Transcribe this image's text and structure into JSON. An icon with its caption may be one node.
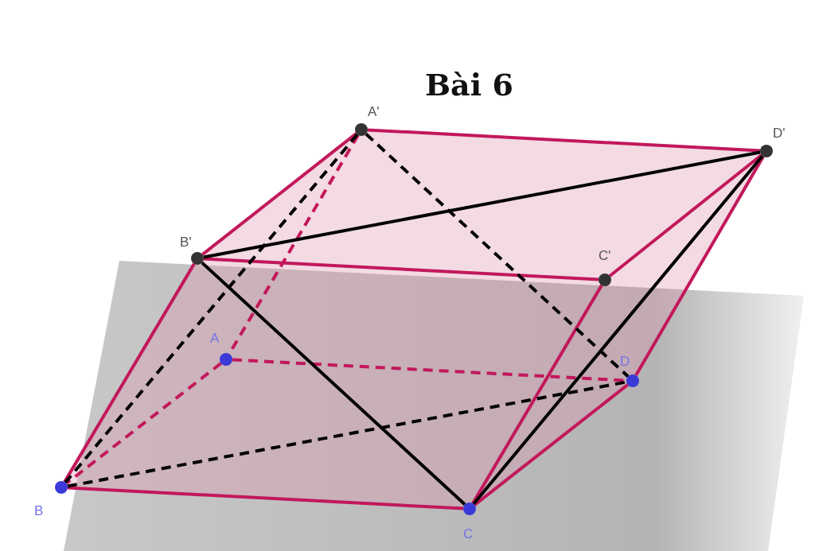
{
  "diagram": {
    "title": "Bài 6",
    "nodes": [
      {
        "text": [
          "A'"
        ]
      },
      {
        "text": [
          "D'"
        ]
      },
      {
        "text": [
          "B'"
        ]
      },
      {
        "text": [
          "C'"
        ]
      },
      {
        "text": [
          "A"
        ]
      },
      {
        "text": [
          "D"
        ]
      },
      {
        "text": [
          "B"
        ]
      },
      {
        "text": [
          "C"
        ]
      }
    ],
    "edges": [
      {
        "from": 0,
        "to": 2,
        "arrow": "none"
      },
      {
        "from": 0,
        "to": 1,
        "arrow": "none"
      },
      {
        "from": 2,
        "to": 3,
        "arrow": "none"
      },
      {
        "from": 3,
        "to": 1,
        "arrow": "none"
      },
      {
        "from": 2,
        "to": 6,
        "arrow": "none"
      },
      {
        "from": 3,
        "to": 7,
        "arrow": "none"
      },
      {
        "from": 1,
        "to": 5,
        "arrow": "none"
      },
      {
        "from": 6,
        "to": 7,
        "arrow": "none"
      },
      {
        "from": 7,
        "to": 5,
        "arrow": "none"
      },
      {
        "from": 0,
        "to": 4,
        "arrow": "none",
        "style": "dashed"
      },
      {
        "from": 4,
        "to": 6,
        "arrow": "none",
        "style": "dashed"
      },
      {
        "from": 4,
        "to": 5,
        "arrow": "none",
        "style": "dashed"
      },
      {
        "from": 2,
        "to": 1,
        "arrow": "none",
        "color": "#000000"
      },
      {
        "from": 2,
        "to": 7,
        "arrow": "none",
        "color": "#000000"
      },
      {
        "from": 7,
        "to": 1,
        "arrow": "none",
        "color": "#000000"
      },
      {
        "from": 0,
        "to": 6,
        "arrow": "none",
        "style": "dashed",
        "color": "#000000"
      },
      {
        "from": 0,
        "to": 5,
        "arrow": "none",
        "style": "dashed",
        "color": "#000000"
      },
      {
        "from": 6,
        "to": 5,
        "arrow": "none",
        "style": "dashed",
        "color": "#000000"
      }
    ]
  }
}
